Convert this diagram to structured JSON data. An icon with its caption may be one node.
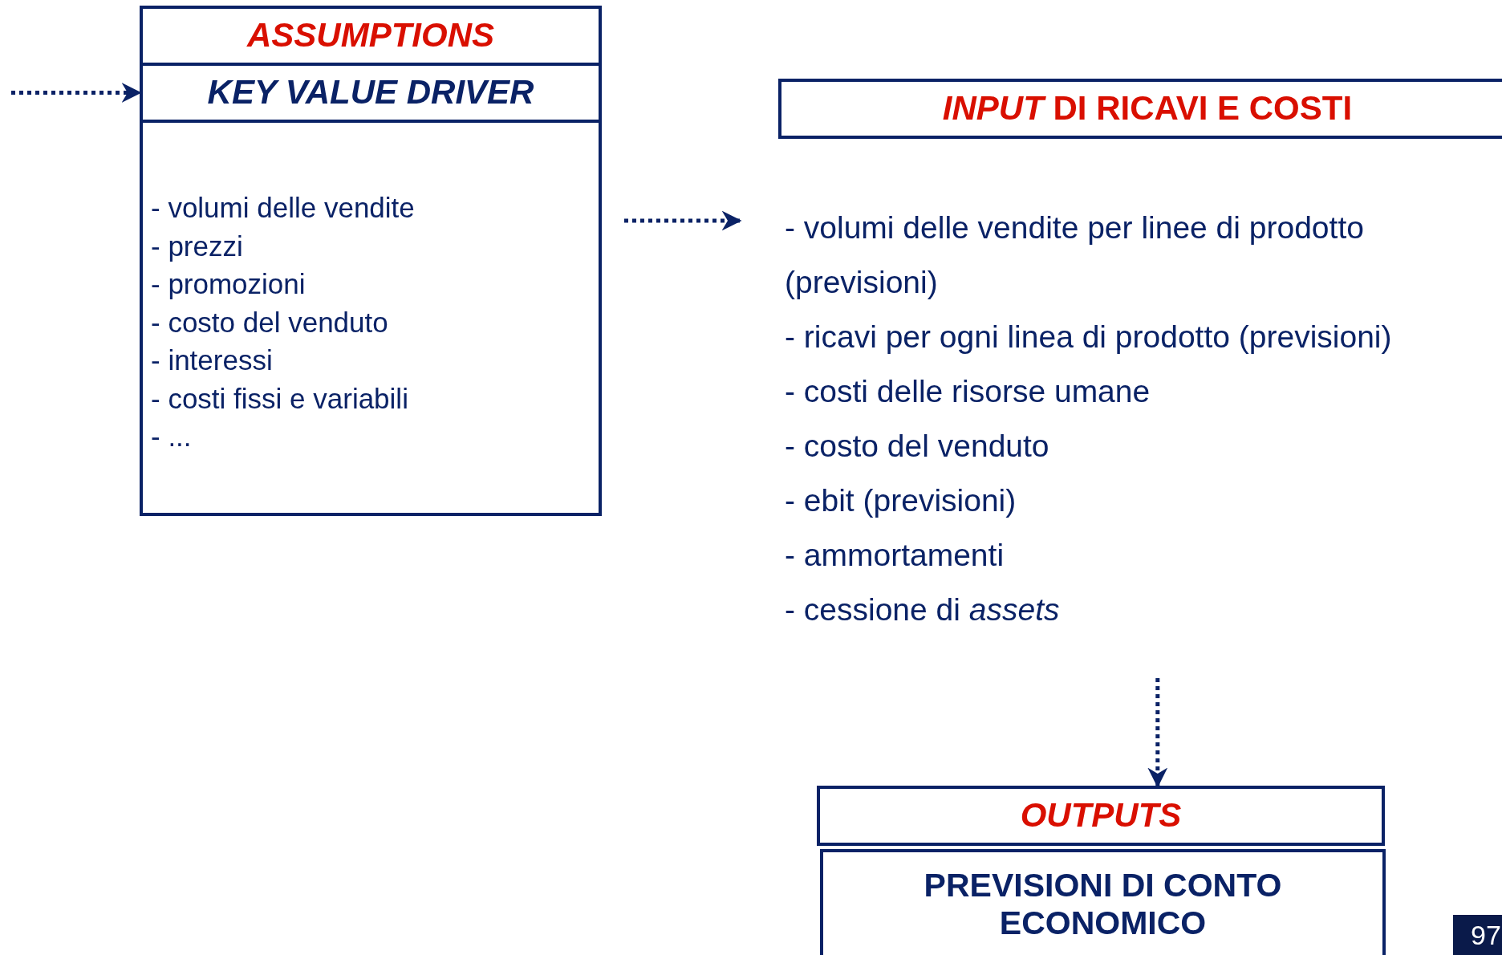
{
  "diagram": {
    "nodes": [
      {
        "text": [
          "ASSUMPTIONS"
        ]
      },
      {
        "text": [
          "KEY VALUE DRIVER"
        ]
      },
      {
        "text": [
          "- volumi delle vendite",
          "- prezzi",
          "- promozioni",
          "- costo del venduto",
          "- interessi",
          "- costi fissi e variabili",
          "- ..."
        ]
      },
      {
        "text": [
          "*INPUT* DI RICAVI E COSTI"
        ]
      },
      {
        "text": [
          "- volumi delle vendite per linee di prodotto (previsioni)",
          "- ricavi per ogni linea di prodotto (previsioni)",
          "-  costi delle risorse umane",
          "- costo del venduto",
          "- ebit (previsioni)",
          "- ammortamenti",
          "- cessione di *assets*"
        ]
      },
      {
        "text": [
          "OUTPUTS"
        ]
      },
      {
        "text": [
          "PREVISIONI DI CONTO ECONOMICO"
        ]
      }
    ],
    "edges": [
      {
        "from": null,
        "to": 1,
        "arrow": "to",
        "style": "dashed"
      },
      {
        "from": 2,
        "to": 4,
        "arrow": "to",
        "style": "dashed"
      },
      {
        "from": 4,
        "to": 5,
        "arrow": "to",
        "style": "dashed"
      }
    ],
    "labels": [
      "97"
    ]
  }
}
